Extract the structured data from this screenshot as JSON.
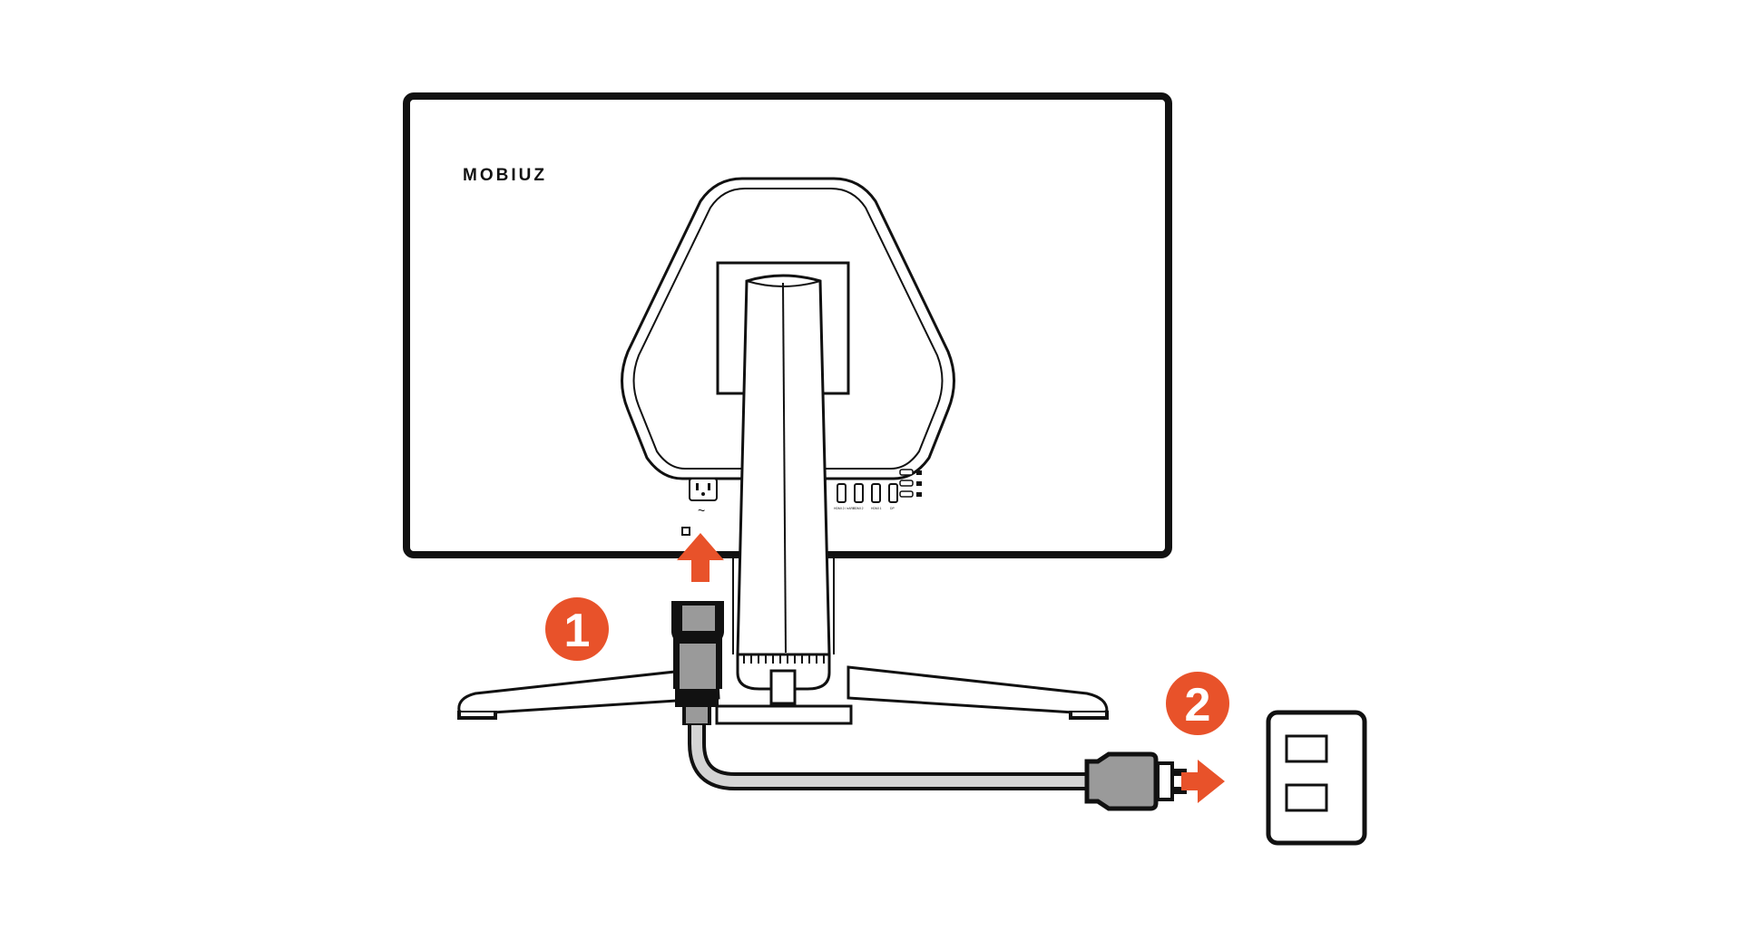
{
  "diagram": {
    "brand_logo": "MOBIUZ",
    "accent_color": "#e8522a",
    "line_color": "#111111",
    "cable_fill": "#d4d4d4",
    "connector_fill": "#9a9a9a",
    "steps": [
      {
        "number": "1"
      },
      {
        "number": "2"
      }
    ],
    "port_labels": [
      "HDMI 2 / eARC",
      "HDMI 2",
      "HDMI 1",
      "DP"
    ],
    "icons": [
      "monitor-back",
      "ac-power-inlet",
      "up-arrow",
      "power-cord-connector",
      "power-plug",
      "right-arrow",
      "wall-outlet"
    ]
  }
}
